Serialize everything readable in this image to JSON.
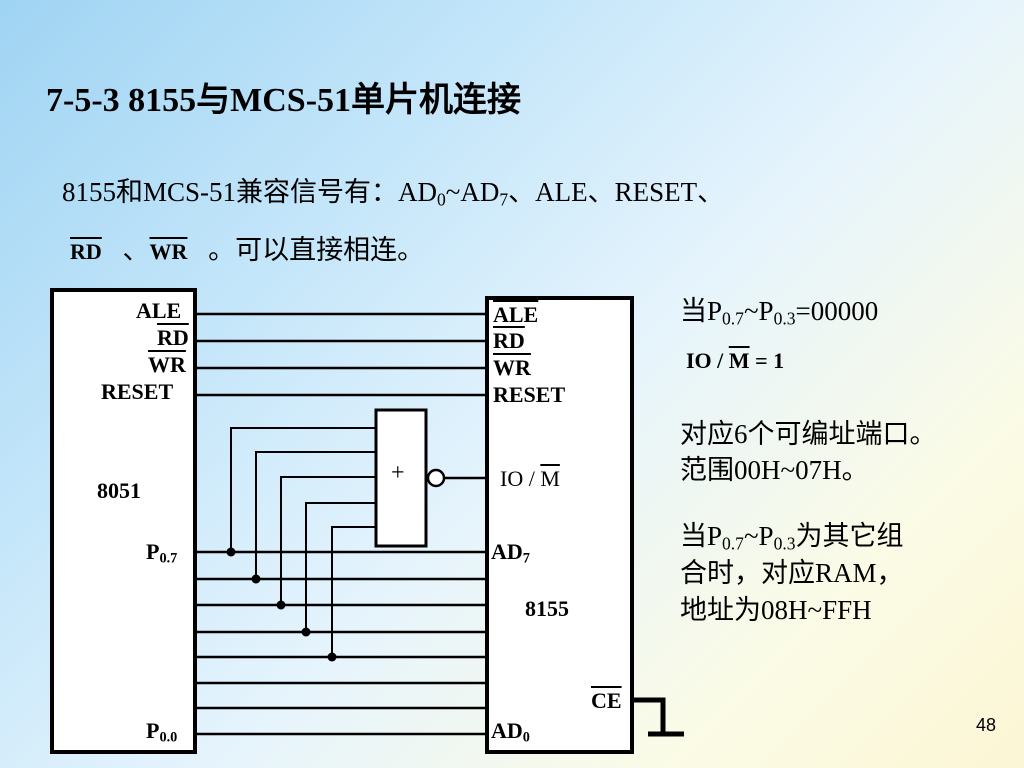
{
  "title": "7-5-3  8155与MCS-51单片机连接",
  "intro": {
    "line1_a": "8155和MCS-51兼容信号有：AD",
    "line1_sub0": "0",
    "line1_b": "~AD",
    "line1_sub7": "7",
    "line1_c": "、ALE、RESET、",
    "rd": "RD",
    "sep": "、",
    "wr": "WR",
    "line2_tail": "。可以直接相连。"
  },
  "chip_8051": {
    "name": "8051",
    "pins": {
      "ale": "ALE",
      "rd": "RD",
      "wr": "WR",
      "reset": "RESET",
      "p07_base": "P",
      "p07_sub": "0.7",
      "p00_base": "P",
      "p00_sub": "0.0"
    }
  },
  "chip_8155": {
    "name": "8155",
    "pins": {
      "ale": "ALE",
      "rd": "RD",
      "wr": "WR",
      "reset": "RESET",
      "io": "IO / ",
      "m": "M",
      "ad7_base": "AD",
      "ad7_sub": "7",
      "ad0_base": "AD",
      "ad0_sub": "0",
      "ce": "CE"
    }
  },
  "or_gate_symbol": "+",
  "right_notes": {
    "cond1_a": "当P",
    "cond1_s1": "0.7",
    "cond1_b": "~P",
    "cond1_s2": "0.3",
    "cond1_c": "=00000",
    "io_a": "IO / ",
    "io_m": "M",
    "io_b": " = 1",
    "ports_line1": "对应6个可编址端口。",
    "ports_line2": "范围00H~07H。",
    "cond2_a": "当P",
    "cond2_s1": "0.7",
    "cond2_b": "~P",
    "cond2_s2": "0.3",
    "cond2_c": "为其它组",
    "cond2_line2": "合时，对应RAM，",
    "cond2_line3": "地址为08H~FFH"
  },
  "page_number": "48"
}
